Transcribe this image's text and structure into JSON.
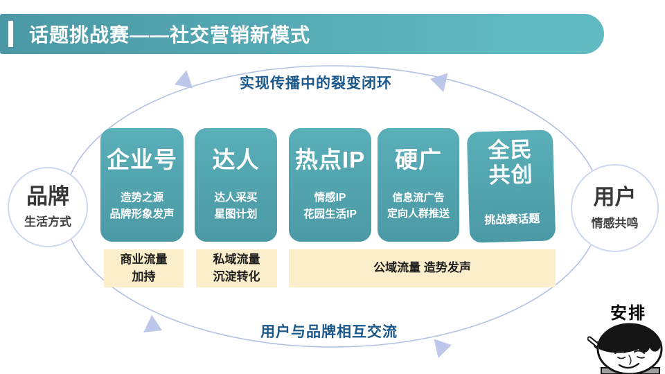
{
  "slide": {
    "title": "话题挑战赛——社交营销新模式"
  },
  "loop": {
    "top_label": "实现传播中的裂变闭环",
    "bottom_label": "用户与品牌相互交流"
  },
  "nodes": {
    "brand": {
      "title": "品牌",
      "subtitle": "生活方式"
    },
    "user": {
      "title": "用户",
      "subtitle": "情感共鸣"
    }
  },
  "channels": [
    {
      "title": "企业号",
      "desc": "造势之源\n品牌形象发声"
    },
    {
      "title": "达人",
      "desc": "达人采买\n星图计划"
    },
    {
      "title": "热点IP",
      "desc": "情感IP\n花园生活IP"
    },
    {
      "title": "硬广",
      "desc": "信息流广告\n定向人群推送"
    },
    {
      "title": "全民\n共创",
      "desc": "挑战赛话题"
    }
  ],
  "traffic": [
    {
      "label": "商业流量\n加持"
    },
    {
      "label": "私域流量\n沉淀转化"
    },
    {
      "label": "公域流量  造势发声"
    }
  ],
  "sticker": {
    "label": "安排"
  },
  "colors": {
    "banner_start": "#4a98a5",
    "banner_end": "#61b9c1",
    "box_teal_top": "#5aafb8",
    "box_teal_bottom": "#4b99a5",
    "flow_cream": "#fbeecb",
    "loop_line": "#b3c0e4",
    "loop_arrow": "#b9c5e9",
    "heading_blue": "#1a578a",
    "node_border": "#cdd7f0",
    "text_dark": "#383838"
  }
}
